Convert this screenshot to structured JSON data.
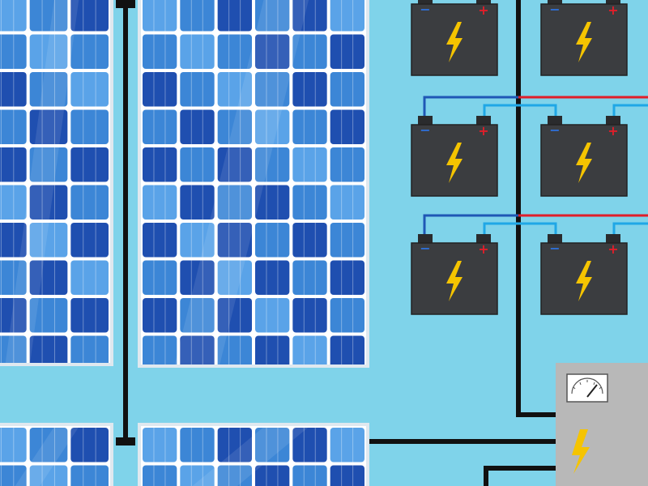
{
  "colors": {
    "background": "#7fd3ea",
    "panel_frame": "#dfe8ef",
    "panel_inner": "#2f6fc4",
    "cell_dark": "#1f4fb0",
    "cell_light": "#3c86d6",
    "cell_shine": "#5aa3e8",
    "battery_body": "#3b3d40",
    "battery_terminal": "#2a2b2d",
    "negative_wire": "#1f57b5",
    "positive_wire": "#e01e2a",
    "light_blue_wire": "#1fa7e6",
    "black_wire": "#111111",
    "bolt": "#f5c400",
    "inverter": "#b8b8b8",
    "meter_face": "#ffffff"
  },
  "diagram": {
    "solar_panels": [
      {
        "name": "solar-panel-top-left"
      },
      {
        "name": "solar-panel-top-right"
      },
      {
        "name": "solar-panel-bottom-left"
      },
      {
        "name": "solar-panel-bottom-right"
      }
    ],
    "batteries": [
      {
        "name": "battery-row1-left",
        "negative_symbol": "−",
        "positive_symbol": "+"
      },
      {
        "name": "battery-row1-right",
        "negative_symbol": "−",
        "positive_symbol": "+"
      },
      {
        "name": "battery-row2-left",
        "negative_symbol": "−",
        "positive_symbol": "+"
      },
      {
        "name": "battery-row2-right",
        "negative_symbol": "−",
        "positive_symbol": "+"
      },
      {
        "name": "battery-row3-left",
        "negative_symbol": "−",
        "positive_symbol": "+"
      },
      {
        "name": "battery-row3-right",
        "negative_symbol": "−",
        "positive_symbol": "+"
      }
    ],
    "inverter": {
      "name": "inverter-box",
      "has_meter": true,
      "has_bolt": true
    }
  }
}
